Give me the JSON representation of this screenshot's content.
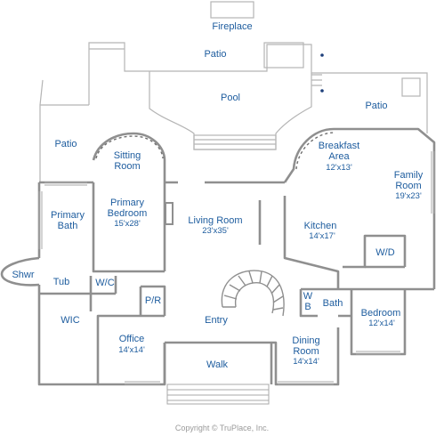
{
  "rooms": {
    "fireplace": "Fireplace",
    "patio_top": "Patio",
    "pool": "Pool",
    "patio_right": "Patio",
    "patio_left": "Patio",
    "sitting_room": "Sitting\nRoom",
    "breakfast_area": "Breakfast\nArea",
    "breakfast_dim": "12'x13'",
    "family_room": "Family\nRoom",
    "family_dim": "19'x23'",
    "primary_bath": "Primary\nBath",
    "primary_bedroom": "Primary\nBedroom",
    "primary_bedroom_dim": "15'x28'",
    "living_room": "Living Room",
    "living_dim": "23'x35'",
    "kitchen": "Kitchen",
    "kitchen_dim": "14'x17'",
    "wd": "W/D",
    "shwr": "Shwr",
    "tub": "Tub",
    "wc": "W/C",
    "pr": "P/R",
    "wb": "W\nB",
    "bath": "Bath",
    "bedroom": "Bedroom",
    "bedroom_dim": "12'x14'",
    "wic": "WIC",
    "entry": "Entry",
    "office": "Office",
    "office_dim": "14'x14'",
    "dining_room": "Dining\nRoom",
    "dining_dim": "14'x14'",
    "walk": "Walk"
  },
  "footer": {
    "copyright": "Copyright © TruPlace, Inc."
  }
}
